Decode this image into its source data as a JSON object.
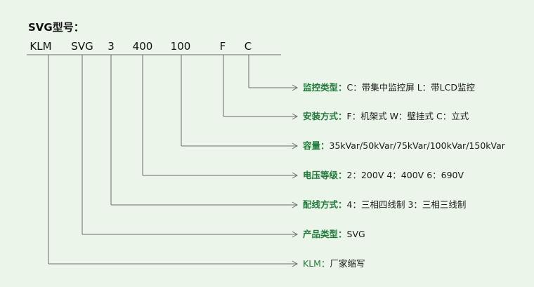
{
  "title": "SVG型号：",
  "codes": [
    "KLM",
    "SVG",
    "3",
    "400",
    "100",
    "F",
    "C"
  ],
  "items": [
    {
      "label": "监控类型：",
      "text": "C：带集中监控屏  L：带LCD监控"
    },
    {
      "label": "安装方式：",
      "text": "F：机架式  W：壁挂式  C：立式"
    },
    {
      "label": "容量：",
      "text": "35kVar/50kVar/75kVar/100kVar/150kVar"
    },
    {
      "label": "电压等级：",
      "text": "2：200V  4：400V  6：690V"
    },
    {
      "label": "配线方式：",
      "text": "4：三相四线制  3：三相三线制"
    },
    {
      "label": "产品类型：",
      "text": "SVG"
    },
    {
      "label": "KLM：",
      "text": "厂家缩写"
    }
  ],
  "colors": {
    "background": "#ecf5ea",
    "line": "#6a6a6a",
    "label": "#1f7a3a"
  }
}
